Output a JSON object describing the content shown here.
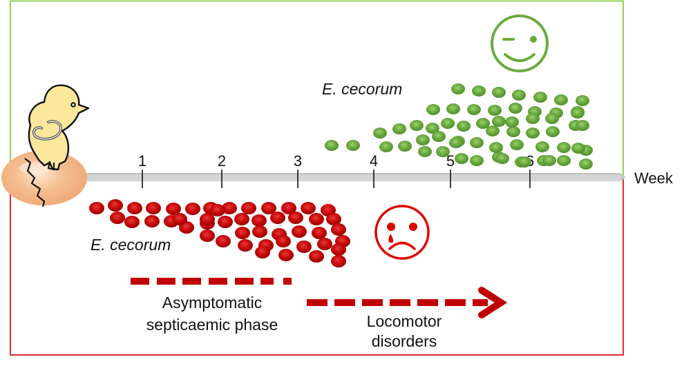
{
  "axis": {
    "label": "Week",
    "ticks": [
      "1",
      "2",
      "3",
      "4",
      "5",
      "6"
    ]
  },
  "healthy": {
    "organism_label_italic": "E.",
    "organism_label_rest": " cecorum",
    "mood": "winking-smiley",
    "color": "#6aaa3f",
    "border_color": "#92d050"
  },
  "diseased": {
    "organism_label_italic": "E.",
    "organism_label_rest": " cecorum",
    "mood": "sad-crying-face",
    "color": "#c00000",
    "border_color": "#d92c2c"
  },
  "phases": [
    {
      "line1": "Asymptomatic",
      "line2": "septicaemic phase"
    },
    {
      "line1": "Locomotor",
      "line2": "disorders"
    }
  ],
  "icons": {
    "chick": "hatching-chick-icon"
  }
}
